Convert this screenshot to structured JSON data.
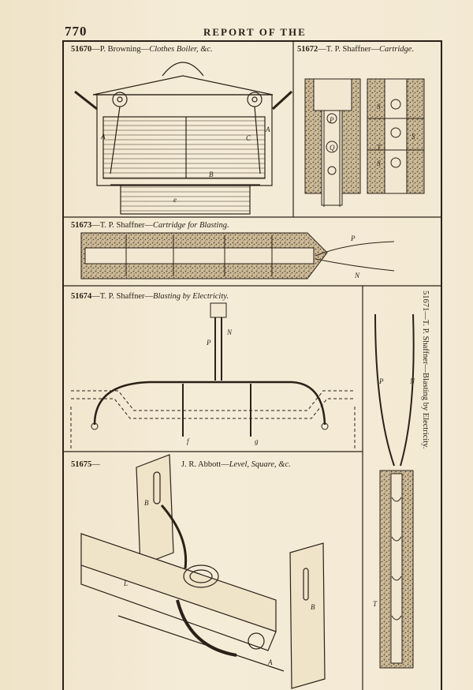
{
  "page": {
    "number": "770",
    "running_title": "REPORT OF THE"
  },
  "figures": [
    {
      "number": "51670",
      "name": "P. Browning",
      "title": "Clothes Boiler, &c.",
      "labels": [
        "A",
        "C",
        "A",
        "B",
        "e"
      ]
    },
    {
      "number": "51672",
      "name": "T. P. Shaffner",
      "title": "Cartridge.",
      "labels": [
        "P",
        "Q",
        "S",
        "S",
        "T",
        "S"
      ]
    },
    {
      "number": "51673",
      "name": "T. P. Shaffner",
      "title": "Cartridge for Blasting.",
      "labels": [
        "P",
        "N"
      ]
    },
    {
      "number": "51674",
      "name": "T. P. Shaffner",
      "title": "Blasting by Electricity.",
      "labels": [
        "P",
        "N",
        "f",
        "g"
      ]
    },
    {
      "number": "51675",
      "name": "J. R. Abbott",
      "title": "Level, Square, &c.",
      "labels": [
        "B",
        "L",
        "B",
        "A"
      ]
    },
    {
      "number": "51671",
      "name": "T. P. Shaffner",
      "title": "Blasting by Electricity.",
      "labels": [
        "P",
        "N",
        "T"
      ]
    }
  ]
}
